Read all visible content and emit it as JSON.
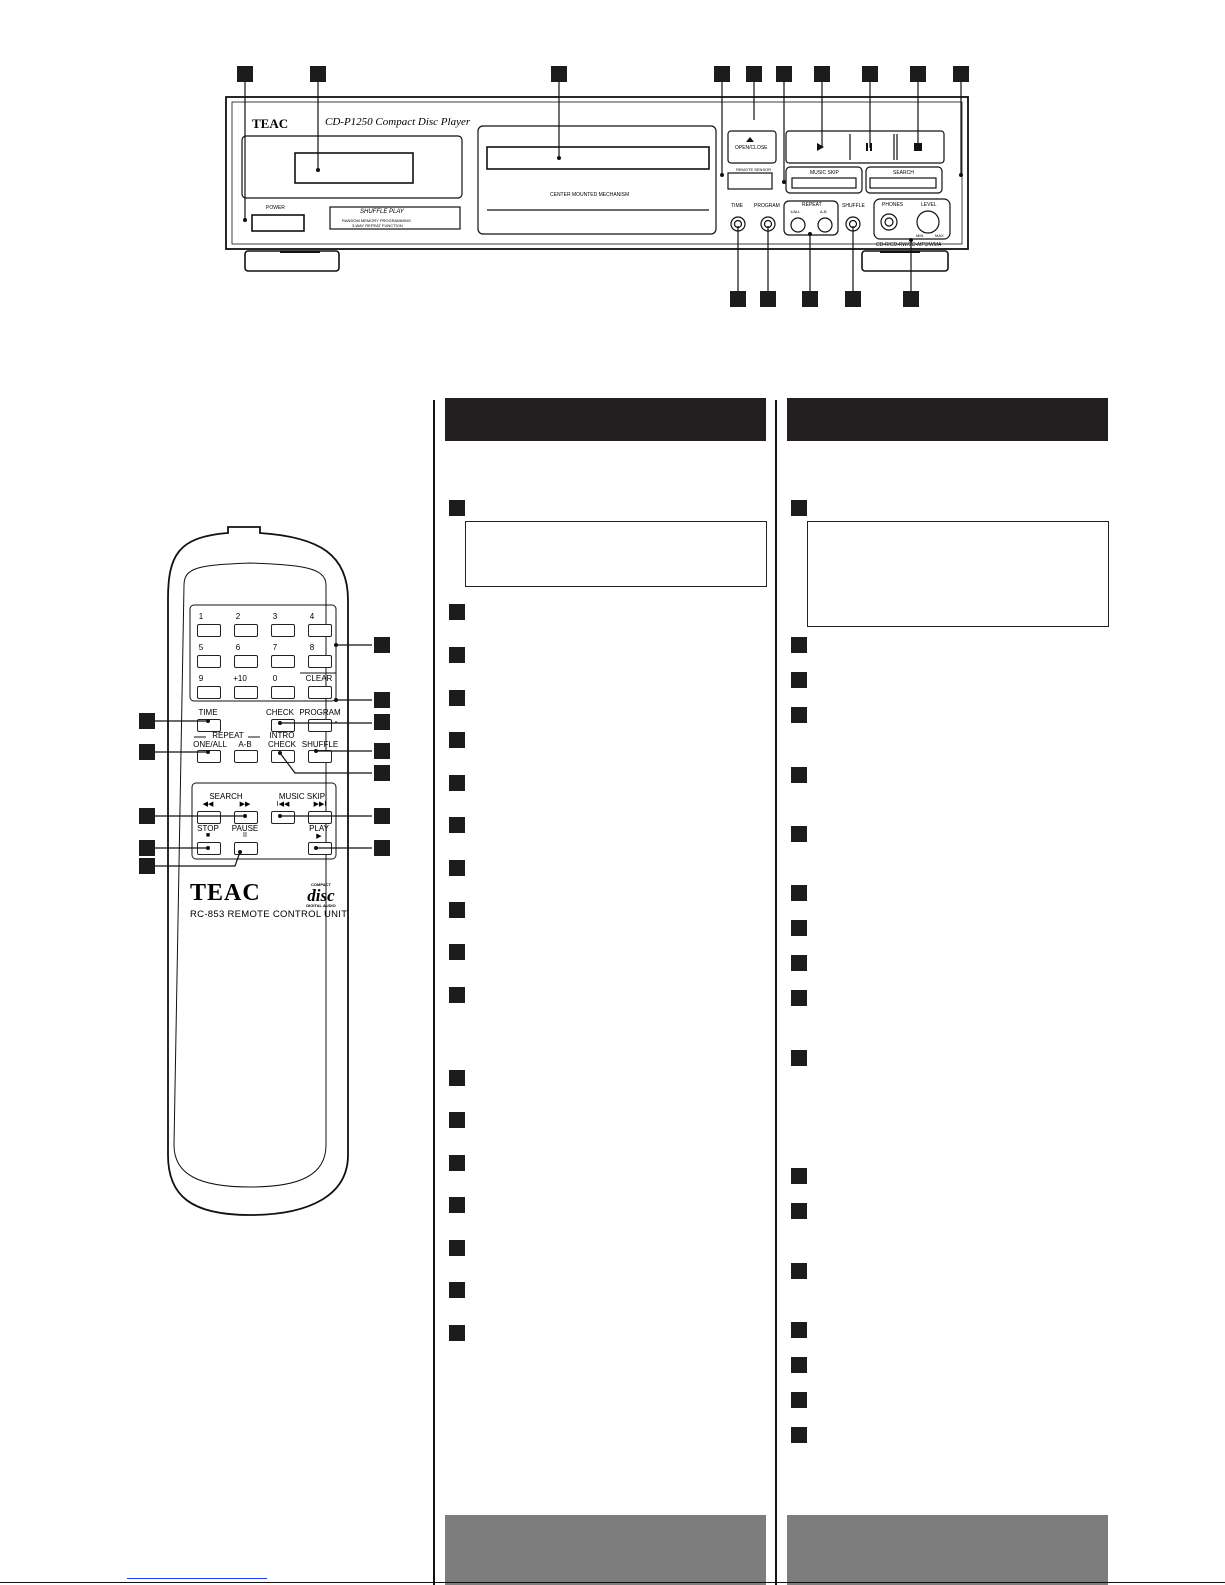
{
  "front_panel": {
    "brand": "TEAC",
    "model": "CD-P1250 Compact Disc Player",
    "power": "POWER",
    "shuffle_play": "SHUFFLE PLAY",
    "random_memory": "RANDOM MEMORY PROGRAMMING",
    "repeat_function": "3-WAY REPEAT FUNCTION",
    "center_mech": "CENTER MOUNTED MECHANISM",
    "remote_sensor": "REMOTE SENSOR",
    "open_close": "OPEN/CLOSE",
    "music_skip": "MUSIC SKIP",
    "search": "SEARCH",
    "time": "TIME",
    "program": "PROGRAM",
    "repeat": "REPEAT",
    "one_all": "1/ALL",
    "a_b": "A-B",
    "shuffle": "SHUFFLE",
    "phones": "PHONES",
    "level": "LEVEL",
    "min": "MIN",
    "max": "MAX",
    "playback_note": "CD-R/CD-RW/CD-MP3/WMA"
  },
  "remote": {
    "keys": [
      "1",
      "2",
      "3",
      "4",
      "5",
      "6",
      "7",
      "8",
      "9",
      "+10",
      "0"
    ],
    "clear": "CLEAR",
    "time": "TIME",
    "check": "CHECK",
    "program": "PROGRAM",
    "repeat": "REPEAT",
    "one_all": "ONE/ALL",
    "a_b": "A-B",
    "intro": "INTRO",
    "intro_check": "CHECK",
    "shuffle": "SHUFFLE",
    "search": "SEARCH",
    "search_rew": "◀◀",
    "search_ff": "▶▶",
    "music_skip": "MUSIC SKIP",
    "skip_prev": "I◀◀",
    "skip_next": "▶▶I",
    "stop": "STOP",
    "stop_sym": "■",
    "pause": "PAUSE",
    "pause_sym": "II",
    "play": "PLAY",
    "play_sym": "▶",
    "brand": "TEAC",
    "cd_logo_top": "COMPACT",
    "cd_logo": "disc",
    "cd_logo_bottom": "DIGITAL AUDIO",
    "unit": "RC-853 REMOTE CONTROL UNIT"
  }
}
